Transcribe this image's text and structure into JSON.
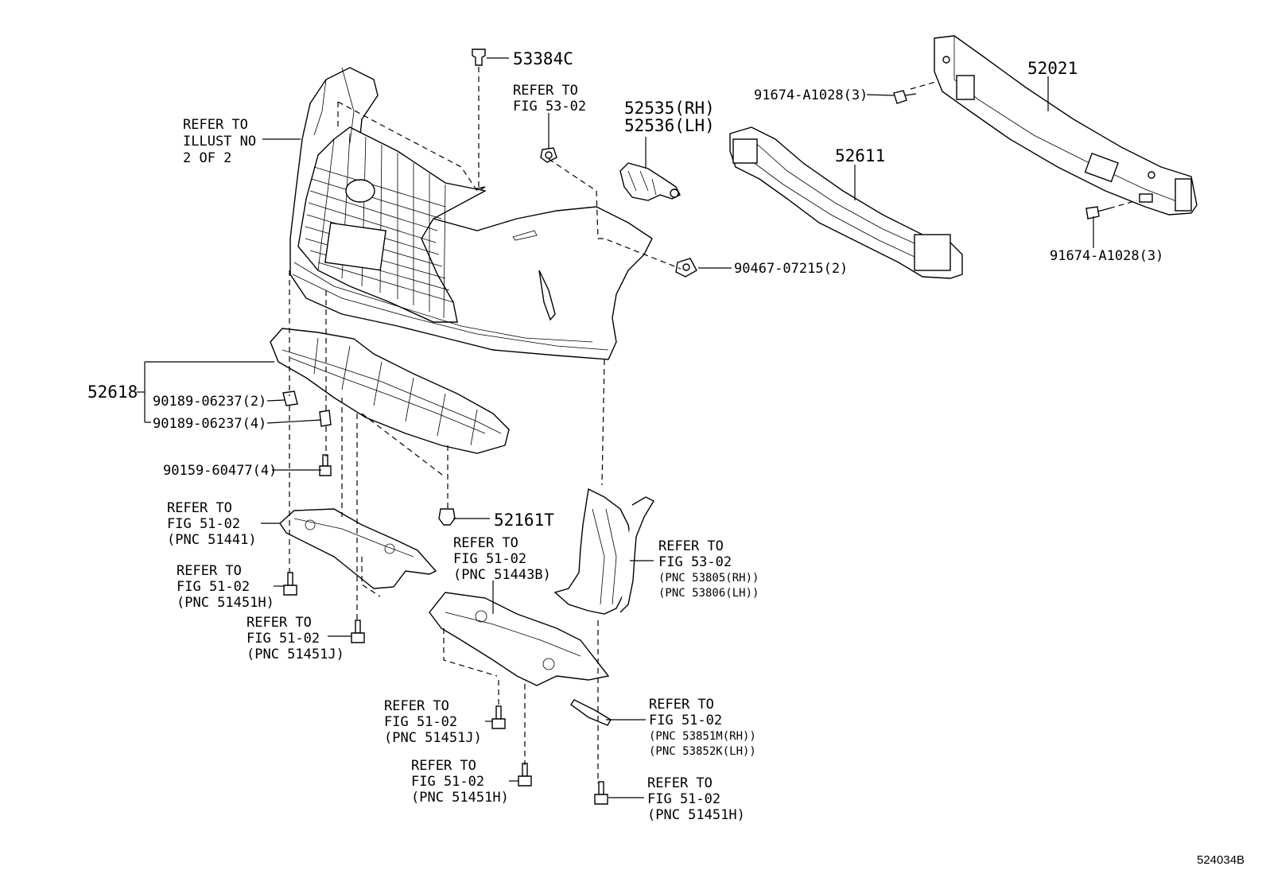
{
  "labels": {
    "p53384c": "53384C",
    "refer_illust": [
      "REFER TO",
      "ILLUST NO",
      "2 OF 2"
    ],
    "refer_53_02_top": [
      "REFER TO",
      "FIG 53-02"
    ],
    "p52535": "52535(RH)",
    "p52536": "52536(LH)",
    "p91674_top": "91674-A1028(3)",
    "p52021": "52021",
    "p52611": "52611",
    "p90467": "90467-07215(2)",
    "p91674_right": "91674-A1028(3)",
    "p52618": "52618",
    "p90189_a": "90189-06237(2)",
    "p90189_b": "90189-06237(4)",
    "p90159": "90159-60477(4)",
    "p52161t": "52161T",
    "refer_51441": [
      "REFER TO",
      "FIG 51-02",
      "(PNC 51441)"
    ],
    "refer_51451h_a": [
      "REFER TO",
      "FIG 51-02",
      "(PNC 51451H)"
    ],
    "refer_51451j_a": [
      "REFER TO",
      "FIG 51-02",
      "(PNC 51451J)"
    ],
    "refer_51443b": [
      "REFER TO",
      "FIG 51-02",
      "(PNC 51443B)"
    ],
    "refer_53_02_right": [
      "REFER TO",
      "FIG 53-02",
      "(PNC 53805(RH))",
      "(PNC 53806(LH))"
    ],
    "refer_51451j_b": [
      "REFER TO",
      "FIG 51-02",
      "(PNC 51451J)"
    ],
    "refer_51451h_b": [
      "REFER TO",
      "FIG 51-02",
      "(PNC 51451H)"
    ],
    "refer_53851": [
      "REFER TO",
      "FIG 51-02",
      "(PNC 53851M(RH))",
      "(PNC 53852K(LH))"
    ],
    "refer_51451h_c": [
      "REFER TO",
      "FIG 51-02",
      "(PNC 51451H)"
    ],
    "figure_code": "524034B"
  }
}
